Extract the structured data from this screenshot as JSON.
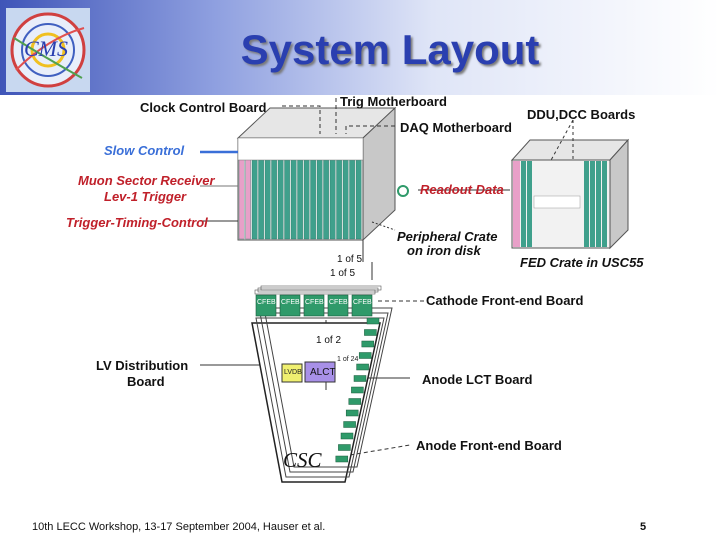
{
  "title": "System Layout",
  "labels": {
    "clock_control": "Clock Control Board",
    "trig_motherboard": "Trig Motherboard",
    "daq_motherboard": "DAQ Motherboard",
    "ddu_dcc": "DDU,DCC Boards",
    "slow_control": "Slow Control",
    "muon_receiver_1": "Muon Sector Receiver",
    "muon_receiver_2": "Lev-1 Trigger",
    "readout_data": "Readout Data",
    "trigger_timing": "Trigger-Timing-Control",
    "peripheral_1": "Peripheral Crate",
    "peripheral_2": "on iron disk",
    "fed_crate": "FED Crate in USC55",
    "one_of_5_a": "1 of 5",
    "one_of_5_b": "1 of 5",
    "cathode_board": "Cathode Front-end Board",
    "one_of_2": "1 of 2",
    "lv_dist_1": "LV Distribution",
    "lv_dist_2": "Board",
    "lvdb": "LVDB",
    "alct": "ALCT",
    "one_of_24": "1 of 24",
    "anode_lct": "Anode LCT Board",
    "anode_fe": "Anode Front-end Board",
    "csc": "CSC",
    "cfeb": "CFEB"
  },
  "footer": "10th LECC Workshop, 13-17 September 2004, Hauser et al.",
  "page_number": "5",
  "colors": {
    "title": "#2a3fb0",
    "slow_control_arrow": "#3a6fd8",
    "red_text": "#c0202a",
    "card_teal": "#3fa08c",
    "card_pink": "#e8a0c8",
    "alct_fill": "#a890e8",
    "lvdb_fill": "#f0f070",
    "cfeb_fill": "#2f9a6a"
  }
}
